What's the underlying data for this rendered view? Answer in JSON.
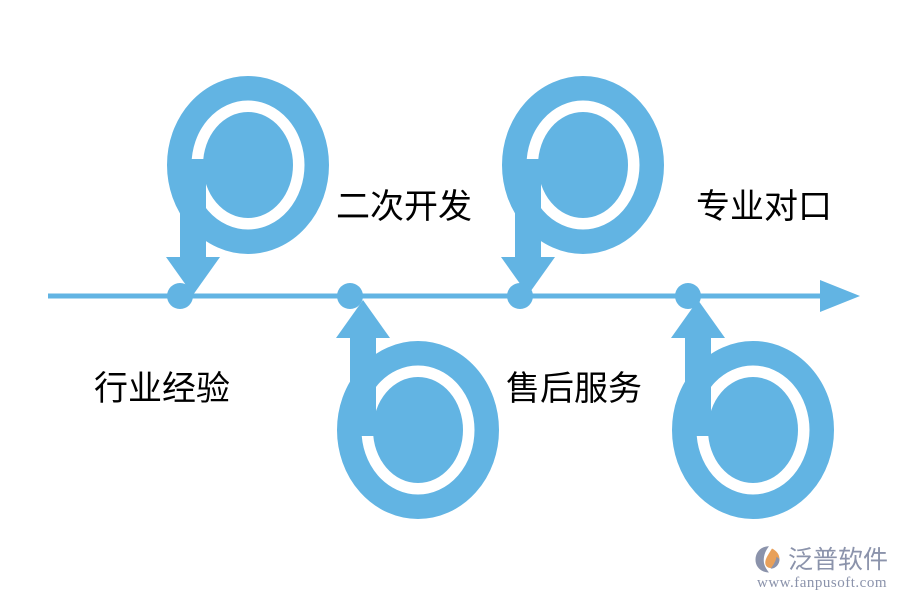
{
  "diagram": {
    "type": "timeline",
    "title": "",
    "colors": {
      "accent_blue": "#62b4e3",
      "label_text": "#000000",
      "background": "#ffffff",
      "brand_gray": "#8b93ab",
      "brand_orange": "#e8a05a"
    },
    "axis": {
      "orientation": "horizontal",
      "arrow_direction": "right",
      "node_count": 4
    },
    "nodes": [
      {
        "id": "node-1",
        "label": "行业经验",
        "marker_shape": "p-loop-arrow-down",
        "marker_side": "above",
        "label_side": "below"
      },
      {
        "id": "node-2",
        "label": "二次开发",
        "marker_shape": "b-loop-arrow-up",
        "marker_side": "below",
        "label_side": "above"
      },
      {
        "id": "node-3",
        "label": "售后服务",
        "marker_shape": "p-loop-arrow-down",
        "marker_side": "above",
        "label_side": "below"
      },
      {
        "id": "node-4",
        "label": "专业对口",
        "marker_shape": "b-loop-arrow-up",
        "marker_side": "below",
        "label_side": "above"
      }
    ]
  },
  "brand": {
    "name": "泛普软件",
    "url": "www.fanpusoft.com",
    "mark": "flame-swoosh-icon"
  }
}
